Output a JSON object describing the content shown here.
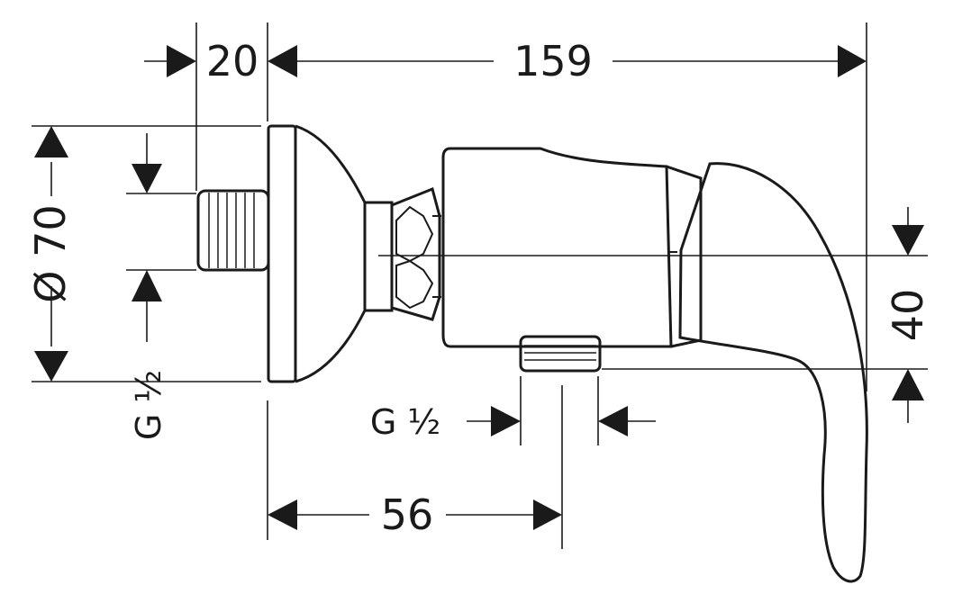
{
  "dimensions": {
    "inlet_length": "20",
    "overall_length": "159",
    "escutcheon_diameter": "Ø 70",
    "outlet_offset": "56",
    "outlet_height": "40",
    "inlet_thread": "G ½",
    "outlet_thread_label": "G ½"
  }
}
